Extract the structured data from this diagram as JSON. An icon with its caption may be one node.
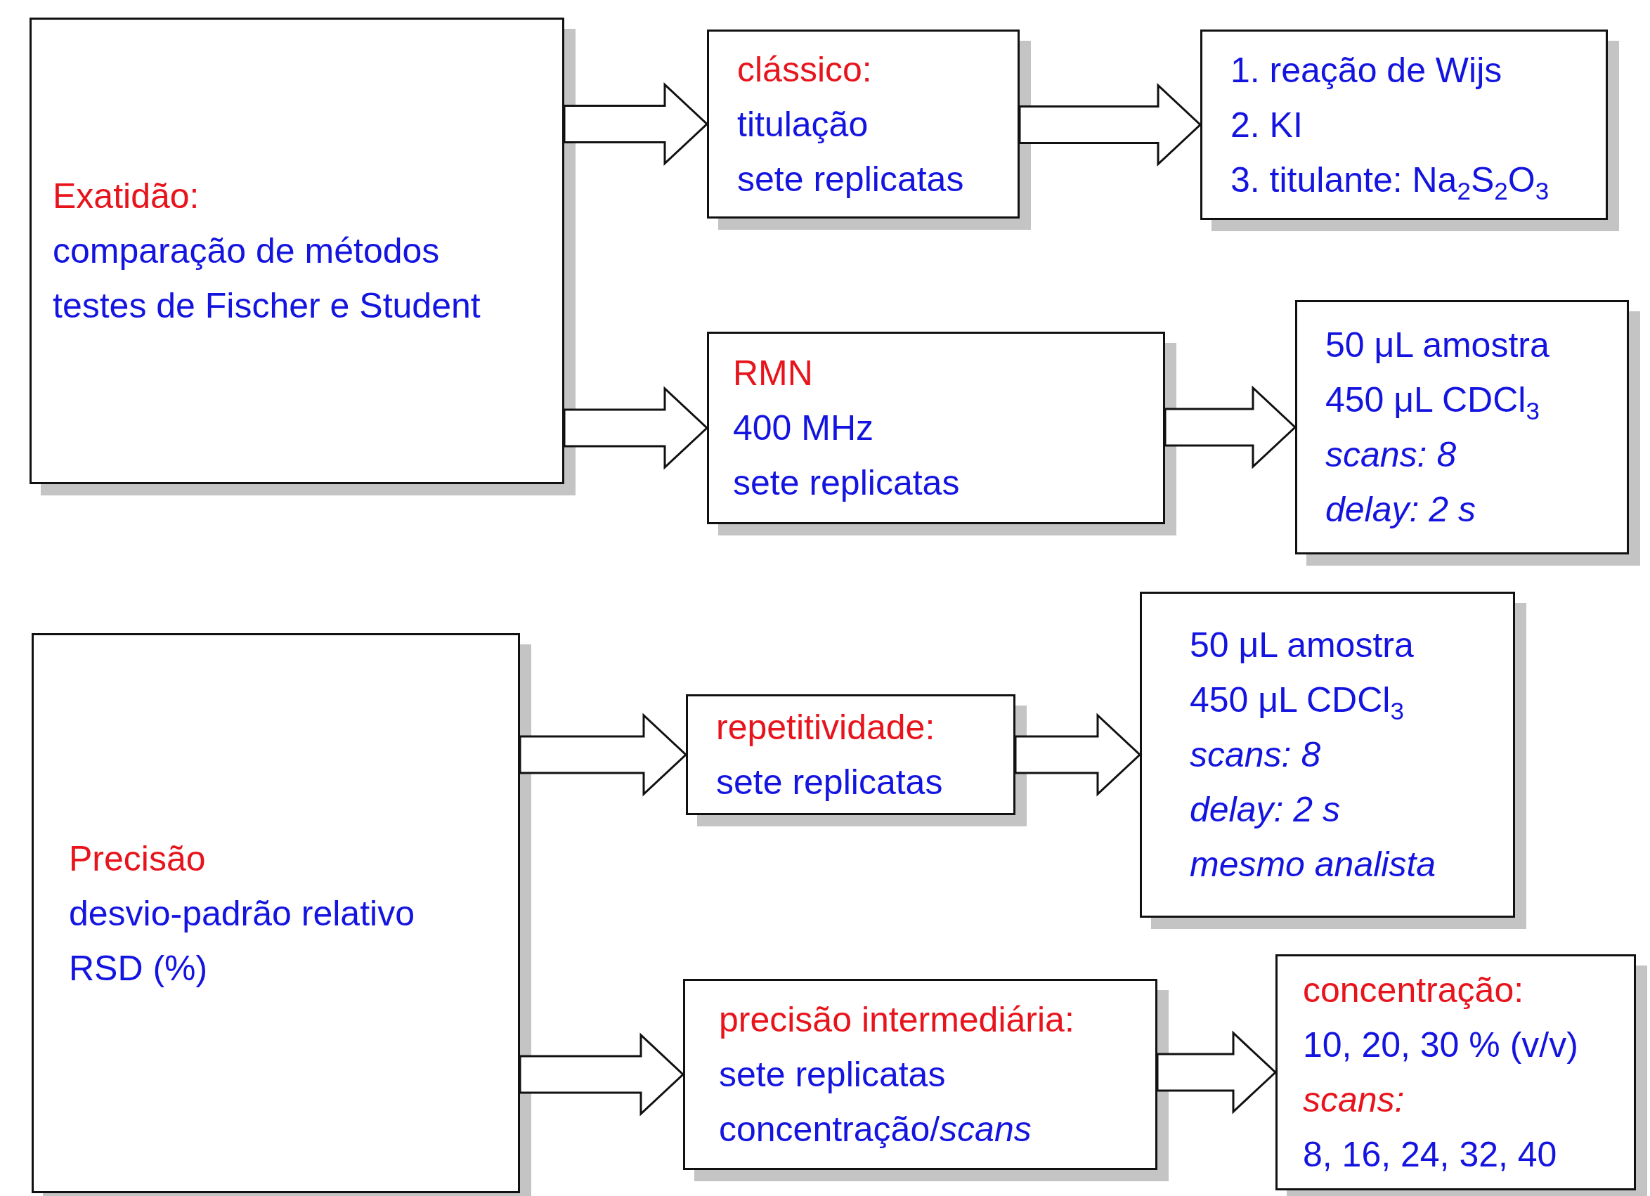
{
  "diagram": {
    "nodes": [
      {
        "text": [
          "Exatidão:",
          "comparação de métodos",
          "testes de Fischer e Student"
        ]
      },
      {
        "text": [
          "clássico:",
          "titulação",
          "sete replicatas"
        ]
      },
      {
        "text": [
          "1. reação de Wijs",
          "2. KI",
          "3. titulante: Na$_{2}$S$_{2}$O$_{3}$"
        ]
      },
      {
        "text": [
          "RMN",
          "400 MHz",
          "sete replicatas"
        ]
      },
      {
        "text": [
          "50 μL amostra",
          "450 μL CDCl$_{3}$",
          "scans: 8",
          "delay: 2 s"
        ]
      },
      {
        "text": [
          "Precisão",
          "desvio-padrão relativo",
          "RSD (%)"
        ]
      },
      {
        "text": [
          "repetitividade:",
          "sete replicatas"
        ]
      },
      {
        "text": [
          "50 μL amostra",
          "450 μL CDCl$_{3}$",
          "scans: 8",
          "delay: 2 s",
          "mesmo analista"
        ]
      },
      {
        "text": [
          "precisão intermediária:",
          "sete replicatas",
          "concentração/*scans*"
        ]
      },
      {
        "text": [
          "concentração:",
          "10, 20, 30 % (v/v)",
          "scans:",
          "8, 16, 24, 32, 40"
        ]
      }
    ],
    "edges": [
      {
        "from": 0,
        "to": 1,
        "arrow": "to"
      },
      {
        "from": 1,
        "to": 2,
        "arrow": "to"
      },
      {
        "from": 0,
        "to": 3,
        "arrow": "to"
      },
      {
        "from": 3,
        "to": 4,
        "arrow": "to"
      },
      {
        "from": 5,
        "to": 6,
        "arrow": "to"
      },
      {
        "from": 6,
        "to": 7,
        "arrow": "to"
      },
      {
        "from": 5,
        "to": 8,
        "arrow": "to"
      },
      {
        "from": 8,
        "to": 9,
        "arrow": "to"
      }
    ]
  }
}
